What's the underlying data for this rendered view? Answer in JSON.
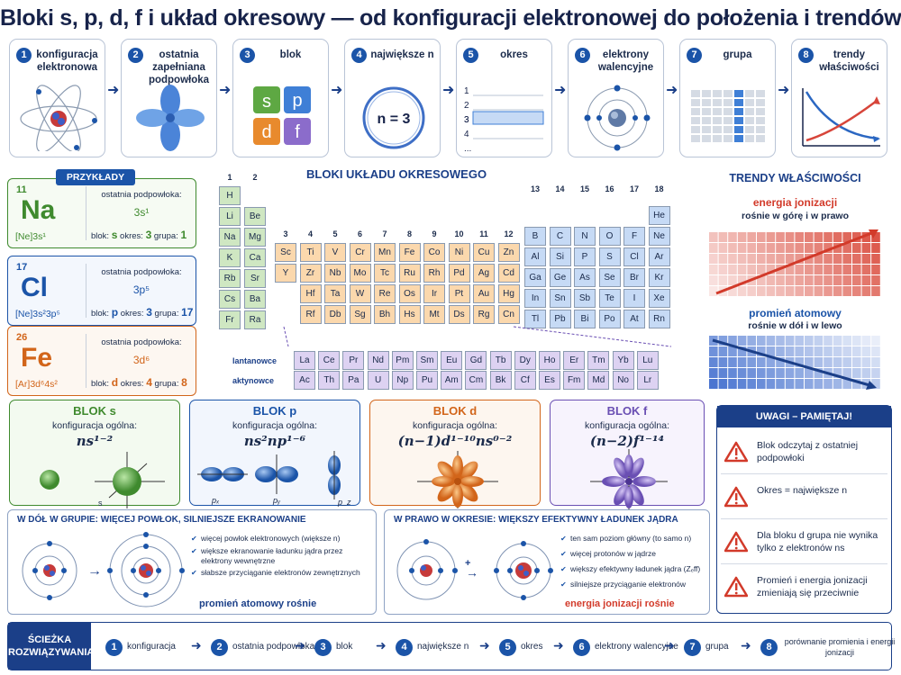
{
  "title": "Bloki s, p, d, f i układ okresowy — od konfiguracji elektronowej do położenia i trendów.",
  "steps": [
    {
      "num": "1",
      "label": "konfiguracja elektronowa"
    },
    {
      "num": "2",
      "label": "ostatnia zapełniana podpowłoka"
    },
    {
      "num": "3",
      "label": "blok"
    },
    {
      "num": "4",
      "label": "największe n"
    },
    {
      "num": "5",
      "label": "okres"
    },
    {
      "num": "6",
      "label": "elektrony walencyjne"
    },
    {
      "num": "7",
      "label": "grupa"
    },
    {
      "num": "8",
      "label": "trendy właściwości"
    }
  ],
  "step_block_letters": [
    "s",
    "p",
    "d",
    "f"
  ],
  "step_n": "n = 3",
  "step_periods": [
    "1",
    "2",
    "3",
    "4",
    "..."
  ],
  "examples": {
    "header": "PRZYKŁADY",
    "items": [
      {
        "z": "11",
        "symbol": "Na",
        "config": "[Ne]3s¹",
        "sub_label": "ostatnia podpowłoka:",
        "sub_value": "3s¹",
        "block_label": "blok:",
        "block": "s",
        "period_label": "okres:",
        "period": "3",
        "group_label": "grupa:",
        "group": "1",
        "color": "#3f8a2e"
      },
      {
        "z": "17",
        "symbol": "Cl",
        "config": "[Ne]3s²3p⁵",
        "sub_label": "ostatnia podpowłoka:",
        "sub_value": "3p⁵",
        "block_label": "blok:",
        "block": "p",
        "period_label": "okres:",
        "period": "3",
        "group_label": "grupa:",
        "group": "17",
        "color": "#1b54a8"
      },
      {
        "z": "26",
        "symbol": "Fe",
        "config": "[Ar]3d⁶4s²",
        "sub_label": "ostatnia podpowłoka:",
        "sub_value": "3d⁶",
        "block_label": "blok:",
        "block": "d",
        "period_label": "okres:",
        "period": "4",
        "group_label": "grupa:",
        "group": "8",
        "color": "#d2651a"
      }
    ]
  },
  "table": {
    "title": "BLOKI UKŁADU OKRESOWEGO",
    "group_numbers_s": [
      "1",
      "2"
    ],
    "group_numbers_d": [
      "3",
      "4",
      "5",
      "6",
      "7",
      "8",
      "9",
      "10",
      "11",
      "12"
    ],
    "group_numbers_p": [
      "13",
      "14",
      "15",
      "16",
      "17",
      "18"
    ],
    "s_rows": [
      [
        "H",
        ""
      ],
      [
        "Li",
        "Be"
      ],
      [
        "Na",
        "Mg"
      ],
      [
        "K",
        "Ca"
      ],
      [
        "Rb",
        "Sr"
      ],
      [
        "Cs",
        "Ba"
      ],
      [
        "Fr",
        "Ra"
      ]
    ],
    "d_rows": [
      [
        "Sc",
        "Ti",
        "V",
        "Cr",
        "Mn",
        "Fe",
        "Co",
        "Ni",
        "Cu",
        "Zn"
      ],
      [
        "Y",
        "Zr",
        "Nb",
        "Mo",
        "Tc",
        "Ru",
        "Rh",
        "Pd",
        "Ag",
        "Cd"
      ],
      [
        "",
        "Hf",
        "Ta",
        "W",
        "Re",
        "Os",
        "Ir",
        "Pt",
        "Au",
        "Hg"
      ],
      [
        "",
        "Rf",
        "Db",
        "Sg",
        "Bh",
        "Hs",
        "Mt",
        "Ds",
        "Rg",
        "Cn"
      ]
    ],
    "p_rows": [
      [
        "",
        "",
        "",
        "",
        "",
        "He"
      ],
      [
        "B",
        "C",
        "N",
        "O",
        "F",
        "Ne"
      ],
      [
        "Al",
        "Si",
        "P",
        "S",
        "Cl",
        "Ar"
      ],
      [
        "Ga",
        "Ge",
        "As",
        "Se",
        "Br",
        "Kr"
      ],
      [
        "In",
        "Sn",
        "Sb",
        "Te",
        "I",
        "Xe"
      ],
      [
        "Tl",
        "Pb",
        "Bi",
        "Po",
        "At",
        "Rn"
      ]
    ],
    "lanthanides_label": "lantanowce",
    "actinides_label": "aktynowce",
    "lanthanides": [
      "La",
      "Ce",
      "Pr",
      "Nd",
      "Pm",
      "Sm",
      "Eu",
      "Gd",
      "Tb",
      "Dy",
      "Ho",
      "Er",
      "Tm",
      "Yb",
      "Lu"
    ],
    "actinides": [
      "Ac",
      "Th",
      "Pa",
      "U",
      "Np",
      "Pu",
      "Am",
      "Cm",
      "Bk",
      "Cf",
      "Es",
      "Fm",
      "Md",
      "No",
      "Lr"
    ]
  },
  "trends": {
    "title": "TRENDY WŁAŚCIWOŚCI",
    "ionization_title": "energia jonizacji",
    "ionization_desc": "rośnie w górę i w prawo",
    "radius_title": "promień atomowy",
    "radius_desc": "rośnie w dół i w lewo"
  },
  "blocks": [
    {
      "name": "BLOK s",
      "config_label": "konfiguracja ogólna:",
      "formula": "ns¹⁻²",
      "color": "#3f8a2e",
      "orbital_labels": [
        "s"
      ]
    },
    {
      "name": "BLOK p",
      "config_label": "konfiguracja ogólna:",
      "formula": "ns²np¹⁻⁶",
      "color": "#1b54a8",
      "orbital_labels": [
        "pₓ",
        "pᵧ",
        "p_z"
      ]
    },
    {
      "name": "BLOK d",
      "config_label": "konfiguracja ogólna:",
      "formula": "(n−1)d¹⁻¹⁰ns⁰⁻²",
      "color": "#d2651a"
    },
    {
      "name": "BLOK f",
      "config_label": "konfiguracja ogólna:",
      "formula": "(n−2)f¹⁻¹⁴",
      "color": "#6a4fb3"
    }
  ],
  "notes": {
    "header": "UWAGI – PAMIĘTAJ!",
    "items": [
      "Blok odczytaj z ostatniej podpowłoki",
      "Okres = największe n",
      "Dla bloku d grupa nie wynika tylko z elektronów ns",
      "Promień i energia jonizacji zmieniają się przeciwnie"
    ]
  },
  "panel_group": {
    "header": "W DÓŁ W GRUPIE: WIĘCEJ POWŁOK, SILNIEJSZE EKRANOWANIE",
    "bullets": [
      "więcej powłok elektronowych (większe n)",
      "większe ekranowanie ładunku jądra przez elektrony wewnętrzne",
      "słabsze przyciąganie elektronów zewnętrznych"
    ],
    "trend": "promień atomowy rośnie"
  },
  "panel_period": {
    "header": "W PRAWO W OKRESIE: WIĘKSZY EFEKTYWNY ŁADUNEK JĄDRA",
    "plus": "+",
    "bullets": [
      "ten sam poziom główny (to samo n)",
      "więcej protonów w jądrze",
      "większy efektywny ładunek jądra (Zₑff)",
      "silniejsze przyciąganie elektronów"
    ],
    "trend": "energia jonizacji rośnie"
  },
  "path": {
    "header": "ŚCIEŻKA ROZWIĄZYWANIA",
    "steps": [
      {
        "num": "1",
        "label": "konfiguracja"
      },
      {
        "num": "2",
        "label": "ostatnia podpowłoka"
      },
      {
        "num": "3",
        "label": "blok"
      },
      {
        "num": "4",
        "label": "największe n"
      },
      {
        "num": "5",
        "label": "okres"
      },
      {
        "num": "6",
        "label": "elektrony walencyjne"
      },
      {
        "num": "7",
        "label": "grupa"
      },
      {
        "num": "8",
        "label": "porównanie promienia i energii jonizacji"
      }
    ]
  },
  "colors": {
    "s": "#3f8a2e",
    "p": "#1b54a8",
    "d": "#d2651a",
    "f": "#6a4fb3",
    "navy": "#1b3f88",
    "red": "#d23a2a"
  }
}
